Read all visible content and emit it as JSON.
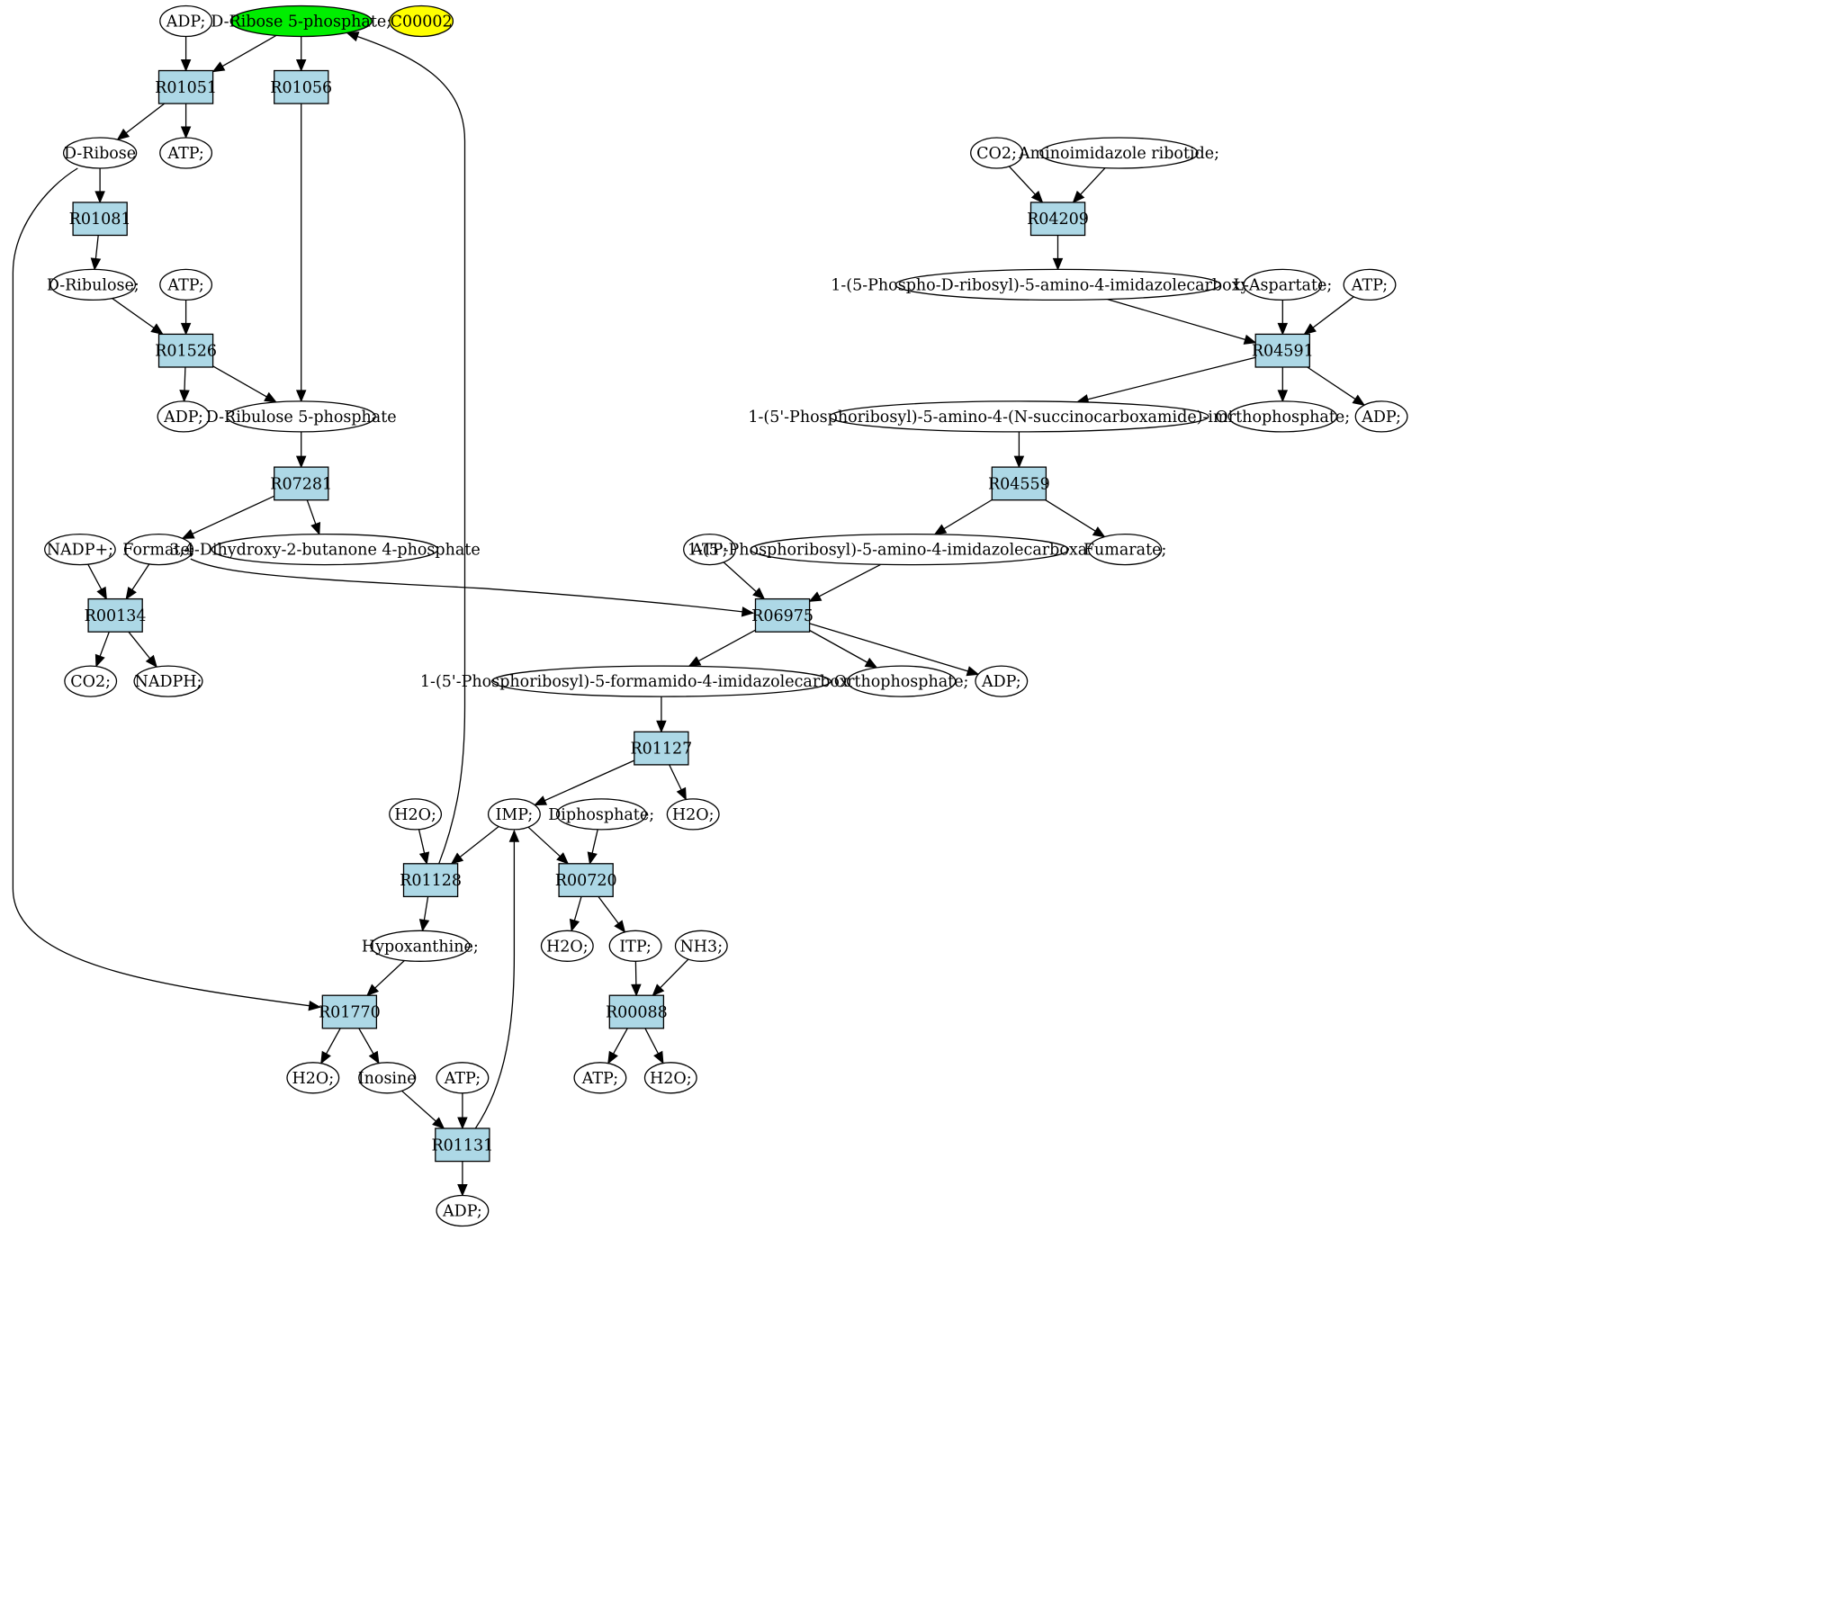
{
  "colors": {
    "reaction_fill": "#add8e6",
    "compound_fill": "#ffffff",
    "highlight_green": "#00ee00",
    "highlight_yellow": "#ffff00",
    "stroke": "#000000"
  },
  "nodes": [
    {
      "id": "adp_top",
      "label": "ADP;",
      "kind": "compound"
    },
    {
      "id": "dribose5p",
      "label": "D-Ribose 5-phosphate;",
      "kind": "compound",
      "fill": "#00ee00"
    },
    {
      "id": "c00002",
      "label": "C00002",
      "kind": "compound",
      "fill": "#ffff00"
    },
    {
      "id": "r01051",
      "label": "R01051",
      "kind": "reaction"
    },
    {
      "id": "r01056",
      "label": "R01056",
      "kind": "reaction"
    },
    {
      "id": "dribose",
      "label": "D-Ribose",
      "kind": "compound"
    },
    {
      "id": "atp_a",
      "label": "ATP;",
      "kind": "compound"
    },
    {
      "id": "r01081",
      "label": "R01081",
      "kind": "reaction"
    },
    {
      "id": "dribulose",
      "label": "D-Ribulose;",
      "kind": "compound"
    },
    {
      "id": "atp_b",
      "label": "ATP;",
      "kind": "compound"
    },
    {
      "id": "r01526",
      "label": "R01526",
      "kind": "reaction"
    },
    {
      "id": "adp_b",
      "label": "ADP;",
      "kind": "compound"
    },
    {
      "id": "dribulose5p",
      "label": "D-Ribulose 5-phosphate",
      "kind": "compound"
    },
    {
      "id": "r07281",
      "label": "R07281",
      "kind": "reaction"
    },
    {
      "id": "nadpplus",
      "label": "NADP+;",
      "kind": "compound"
    },
    {
      "id": "formate",
      "label": "Formate;",
      "kind": "compound"
    },
    {
      "id": "dhbp",
      "label": "3,4-Dihydroxy-2-butanone 4-phosphate",
      "kind": "compound"
    },
    {
      "id": "r00134",
      "label": "R00134",
      "kind": "reaction"
    },
    {
      "id": "co2_a",
      "label": "CO2;",
      "kind": "compound"
    },
    {
      "id": "nadph",
      "label": "NADPH;",
      "kind": "compound"
    },
    {
      "id": "co2_b",
      "label": "CO2;",
      "kind": "compound"
    },
    {
      "id": "air",
      "label": "Aminoimidazole ribotide;",
      "kind": "compound"
    },
    {
      "id": "r04209",
      "label": "R04209",
      "kind": "reaction"
    },
    {
      "id": "cair",
      "label": "1-(5-Phospho-D-ribosyl)-5-amino-4-imidazolecarboxylate;",
      "kind": "compound"
    },
    {
      "id": "laspartate",
      "label": "L-Aspartate;",
      "kind": "compound"
    },
    {
      "id": "atp_c",
      "label": "ATP;",
      "kind": "compound"
    },
    {
      "id": "r04591",
      "label": "R04591",
      "kind": "reaction"
    },
    {
      "id": "saicar",
      "label": "1-(5'-Phosphoribosyl)-5-amino-4-(N-succinocarboxamide)-imidazole;",
      "kind": "compound"
    },
    {
      "id": "ortho_a",
      "label": "Orthophosphate;",
      "kind": "compound"
    },
    {
      "id": "adp_c",
      "label": "ADP;",
      "kind": "compound"
    },
    {
      "id": "r04559",
      "label": "R04559",
      "kind": "reaction"
    },
    {
      "id": "atp_d",
      "label": "ATP;",
      "kind": "compound"
    },
    {
      "id": "aicar",
      "label": "1-(5'-Phosphoribosyl)-5-amino-4-imidazolecarboxamide;",
      "kind": "compound"
    },
    {
      "id": "fumarate",
      "label": "Fumarate;",
      "kind": "compound"
    },
    {
      "id": "r06975",
      "label": "R06975",
      "kind": "reaction"
    },
    {
      "id": "faicar",
      "label": "1-(5'-Phosphoribosyl)-5-formamido-4-imidazolecarboxamide;",
      "kind": "compound"
    },
    {
      "id": "ortho_b",
      "label": "Orthophosphate;",
      "kind": "compound"
    },
    {
      "id": "adp_d",
      "label": "ADP;",
      "kind": "compound"
    },
    {
      "id": "r01127",
      "label": "R01127",
      "kind": "reaction"
    },
    {
      "id": "h2o_a",
      "label": "H2O;",
      "kind": "compound"
    },
    {
      "id": "imp",
      "label": "IMP;",
      "kind": "compound"
    },
    {
      "id": "diphosphate",
      "label": "Diphosphate;",
      "kind": "compound"
    },
    {
      "id": "h2o_b",
      "label": "H2O;",
      "kind": "compound"
    },
    {
      "id": "r01128",
      "label": "R01128",
      "kind": "reaction"
    },
    {
      "id": "r00720",
      "label": "R00720",
      "kind": "reaction"
    },
    {
      "id": "hypoxanthine",
      "label": "Hypoxanthine;",
      "kind": "compound"
    },
    {
      "id": "h2o_c",
      "label": "H2O;",
      "kind": "compound"
    },
    {
      "id": "itp",
      "label": "ITP;",
      "kind": "compound"
    },
    {
      "id": "nh3",
      "label": "NH3;",
      "kind": "compound"
    },
    {
      "id": "r01770",
      "label": "R01770",
      "kind": "reaction"
    },
    {
      "id": "r00088",
      "label": "R00088",
      "kind": "reaction"
    },
    {
      "id": "h2o_d",
      "label": "H2O;",
      "kind": "compound"
    },
    {
      "id": "inosine",
      "label": "Inosine",
      "kind": "compound"
    },
    {
      "id": "atp_e",
      "label": "ATP;",
      "kind": "compound"
    },
    {
      "id": "atp_f",
      "label": "ATP;",
      "kind": "compound"
    },
    {
      "id": "h2o_e",
      "label": "H2O;",
      "kind": "compound"
    },
    {
      "id": "r01131",
      "label": "R01131",
      "kind": "reaction"
    },
    {
      "id": "adp_e",
      "label": "ADP;",
      "kind": "compound"
    }
  ],
  "edges": [
    {
      "from": "adp_top",
      "to": "r01051"
    },
    {
      "from": "dribose5p",
      "to": "r01051"
    },
    {
      "from": "dribose5p",
      "to": "r01056"
    },
    {
      "from": "r01051",
      "to": "dribose"
    },
    {
      "from": "r01051",
      "to": "atp_a"
    },
    {
      "from": "dribose",
      "to": "r01081"
    },
    {
      "from": "dribose",
      "to": "r01770"
    },
    {
      "from": "r01081",
      "to": "dribulose"
    },
    {
      "from": "dribulose",
      "to": "r01526"
    },
    {
      "from": "atp_b",
      "to": "r01526"
    },
    {
      "from": "r01526",
      "to": "adp_b"
    },
    {
      "from": "r01526",
      "to": "dribulose5p"
    },
    {
      "from": "r01056",
      "to": "dribulose5p"
    },
    {
      "from": "dribulose5p",
      "to": "r07281"
    },
    {
      "from": "r07281",
      "to": "formate"
    },
    {
      "from": "r07281",
      "to": "dhbp"
    },
    {
      "from": "nadpplus",
      "to": "r00134"
    },
    {
      "from": "formate",
      "to": "r00134"
    },
    {
      "from": "formate",
      "to": "r06975"
    },
    {
      "from": "r00134",
      "to": "co2_a"
    },
    {
      "from": "r00134",
      "to": "nadph"
    },
    {
      "from": "co2_b",
      "to": "r04209"
    },
    {
      "from": "air",
      "to": "r04209"
    },
    {
      "from": "r04209",
      "to": "cair"
    },
    {
      "from": "cair",
      "to": "r04591"
    },
    {
      "from": "laspartate",
      "to": "r04591"
    },
    {
      "from": "atp_c",
      "to": "r04591"
    },
    {
      "from": "r04591",
      "to": "saicar"
    },
    {
      "from": "r04591",
      "to": "ortho_a"
    },
    {
      "from": "r04591",
      "to": "adp_c"
    },
    {
      "from": "saicar",
      "to": "r04559"
    },
    {
      "from": "r04559",
      "to": "aicar"
    },
    {
      "from": "r04559",
      "to": "fumarate"
    },
    {
      "from": "atp_d",
      "to": "r06975"
    },
    {
      "from": "aicar",
      "to": "r06975"
    },
    {
      "from": "r06975",
      "to": "faicar"
    },
    {
      "from": "r06975",
      "to": "ortho_b"
    },
    {
      "from": "r06975",
      "to": "adp_d"
    },
    {
      "from": "faicar",
      "to": "r01127"
    },
    {
      "from": "r01127",
      "to": "imp"
    },
    {
      "from": "r01127",
      "to": "h2o_a"
    },
    {
      "from": "h2o_b",
      "to": "r01128"
    },
    {
      "from": "imp",
      "to": "r01128"
    },
    {
      "from": "imp",
      "to": "r00720"
    },
    {
      "from": "diphosphate",
      "to": "r00720"
    },
    {
      "from": "r01128",
      "to": "hypoxanthine"
    },
    {
      "from": "r01128",
      "to": "dribose5p"
    },
    {
      "from": "r00720",
      "to": "h2o_c"
    },
    {
      "from": "r00720",
      "to": "itp"
    },
    {
      "from": "itp",
      "to": "r00088"
    },
    {
      "from": "nh3",
      "to": "r00088"
    },
    {
      "from": "hypoxanthine",
      "to": "r01770"
    },
    {
      "from": "r01770",
      "to": "h2o_d"
    },
    {
      "from": "r01770",
      "to": "inosine"
    },
    {
      "from": "r00088",
      "to": "atp_f"
    },
    {
      "from": "r00088",
      "to": "h2o_e"
    },
    {
      "from": "inosine",
      "to": "r01131"
    },
    {
      "from": "atp_e",
      "to": "r01131"
    },
    {
      "from": "r01131",
      "to": "adp_e"
    },
    {
      "from": "r01131",
      "to": "imp"
    }
  ]
}
